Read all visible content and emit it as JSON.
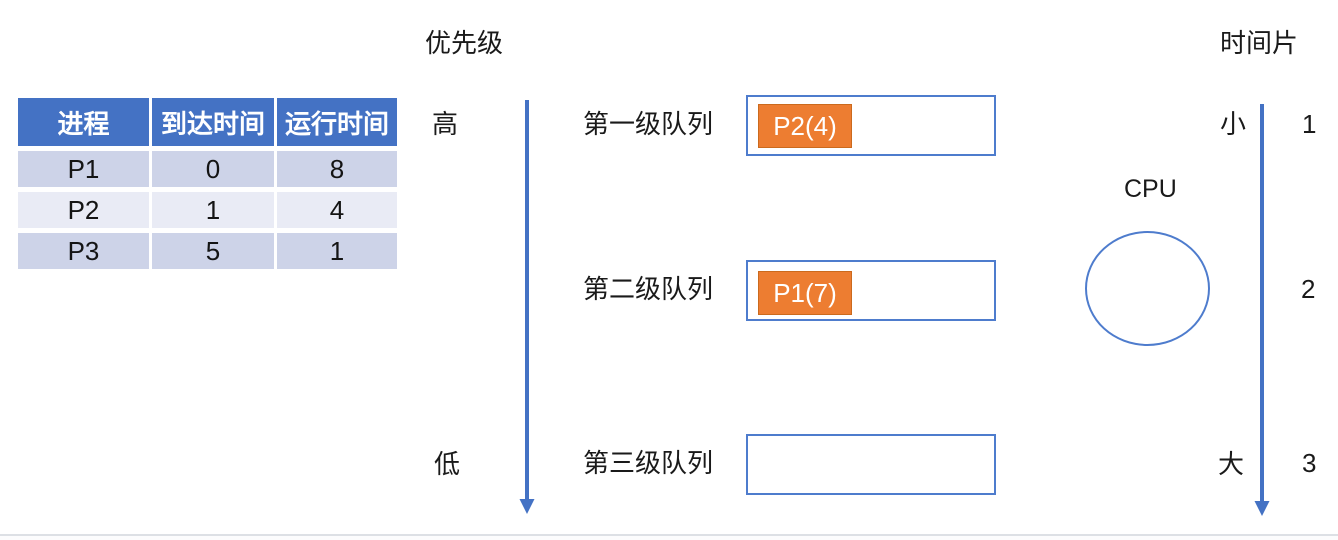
{
  "colors": {
    "canvas-bg": "#ffffff",
    "accent": "#4472C4",
    "box-border": "#4E7CCD",
    "row-odd": "#CDD3E8",
    "row-even": "#E9EBF5",
    "orange": "#ED7D31",
    "orange-border": "#CB6A1D",
    "edge": "#DDE0E5"
  },
  "table": {
    "headers": [
      "进程",
      "到达时间",
      "运行时间"
    ],
    "rows": [
      [
        "P1",
        "0",
        "8"
      ],
      [
        "P2",
        "1",
        "4"
      ],
      [
        "P3",
        "5",
        "1"
      ]
    ]
  },
  "priority_axis": {
    "title": "优先级",
    "high": "高",
    "low": "低"
  },
  "timeslice_axis": {
    "title": "时间片",
    "small": "小",
    "large": "大",
    "values": [
      "1",
      "2",
      "3"
    ]
  },
  "queues": [
    {
      "label": "第一级队列",
      "chips": [
        {
          "label": "P2(4)"
        }
      ]
    },
    {
      "label": "第二级队列",
      "chips": [
        {
          "label": "P1(7)"
        }
      ]
    },
    {
      "label": "第三级队列",
      "chips": []
    }
  ],
  "cpu": {
    "label": "CPU"
  }
}
